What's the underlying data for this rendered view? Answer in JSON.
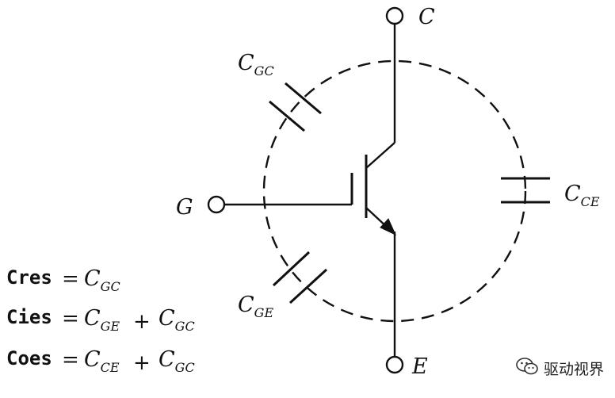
{
  "diagram": {
    "terminals": {
      "collector": "C",
      "gate": "G",
      "emitter": "E"
    },
    "capacitors": {
      "cgc": {
        "main": "C",
        "sub": "GC"
      },
      "cge": {
        "main": "C",
        "sub": "GE"
      },
      "cce": {
        "main": "C",
        "sub": "CE"
      }
    },
    "equations": [
      {
        "name": "Cres",
        "terms": [
          {
            "main": "C",
            "sub": "GC"
          }
        ]
      },
      {
        "name": "Cies",
        "terms": [
          {
            "main": "C",
            "sub": "GE"
          },
          {
            "main": "C",
            "sub": "GC"
          }
        ]
      },
      {
        "name": "Coes",
        "terms": [
          {
            "main": "C",
            "sub": "CE"
          },
          {
            "main": "C",
            "sub": "GC"
          }
        ]
      }
    ],
    "symbols": {
      "equals": "=",
      "plus": "+"
    }
  },
  "watermark": {
    "text": "驱动视界",
    "icon": "wechat-icon"
  }
}
